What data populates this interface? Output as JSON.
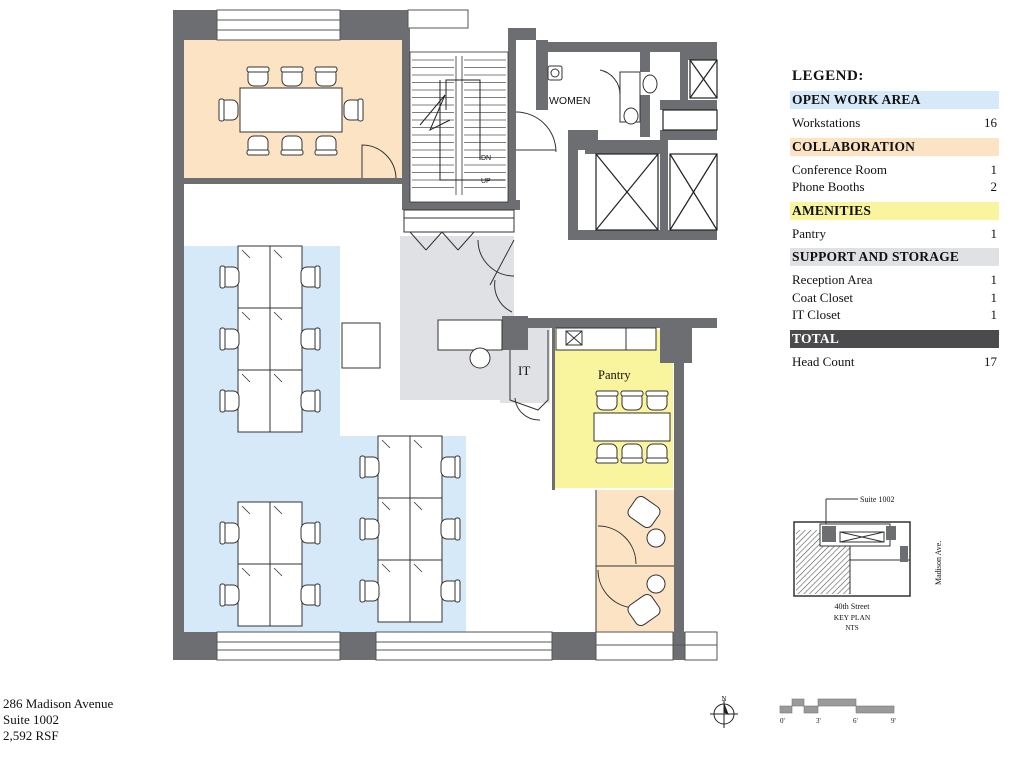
{
  "legend": {
    "title": "LEGEND:",
    "categories": [
      {
        "name": "OPEN WORK AREA",
        "color": "#d6e9f8",
        "text_color": "#111111",
        "items": [
          {
            "label": "Workstations",
            "count": "16"
          }
        ]
      },
      {
        "name": "COLLABORATION",
        "color": "#fbe3c3",
        "text_color": "#111111",
        "items": [
          {
            "label": "Conference Room",
            "count": "1"
          },
          {
            "label": "Phone Booths",
            "count": "2"
          }
        ]
      },
      {
        "name": "AMENITIES",
        "color": "#f9f49e",
        "text_color": "#111111",
        "items": [
          {
            "label": "Pantry",
            "count": "1"
          }
        ]
      },
      {
        "name": "SUPPORT AND STORAGE",
        "color": "#dfe1e4",
        "text_color": "#111111",
        "items": [
          {
            "label": "Reception Area",
            "count": "1"
          },
          {
            "label": "Coat Closet",
            "count": "1"
          },
          {
            "label": "IT Closet",
            "count": "1"
          }
        ]
      },
      {
        "name": "TOTAL",
        "color": "#4b4b4d",
        "text_color": "#ffffff",
        "items": [
          {
            "label": "Head Count",
            "count": "17"
          }
        ]
      }
    ]
  },
  "plan": {
    "women_label": "WOMEN",
    "stair_dn": "DN",
    "stair_up": "UP",
    "it_label": "IT",
    "pantry_label": "Pantry"
  },
  "key_plan": {
    "suite_label": "Suite 1002",
    "street_label": "40th Street",
    "avenue_label": "Madison Ave.",
    "title": "KEY PLAN",
    "subtitle": "NTS"
  },
  "north_label": "N",
  "scale_labels": [
    "0'",
    "3'",
    "6'",
    "9'"
  ],
  "address": {
    "line1": "286 Madison Avenue",
    "line2": "Suite 1002",
    "line3": "2,592 RSF"
  },
  "colors": {
    "wall": "#6d6e71",
    "workarea": "#d6e9f8",
    "collaboration": "#fbe3c3",
    "amenities": "#f9f49e",
    "support": "#dfe1e4"
  }
}
